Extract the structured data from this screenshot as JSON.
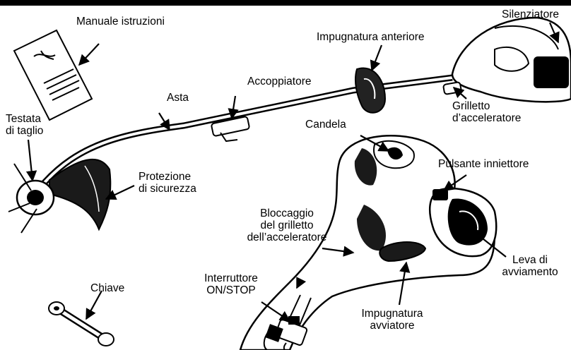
{
  "labels": {
    "manuale": "Manuale istruzioni",
    "impugnatura_anteriore": "Impugnatura anteriore",
    "silenziatore": "Silenziatore",
    "accoppiatore": "Accoppiatore",
    "asta": "Asta",
    "testata": [
      "Testata",
      "di taglio"
    ],
    "grilletto": [
      "Grilletto",
      "d’acceleratore"
    ],
    "candela": "Candela",
    "protezione": [
      "Protezione",
      "di sicurezza"
    ],
    "pulsante_iniettore": "Pulsante inniettore",
    "bloccaggio": [
      "Bloccaggio",
      "del grilletto",
      "dell’acceleratore"
    ],
    "leva": [
      "Leva di",
      "avviamento"
    ],
    "interruttore": [
      "Interruttore",
      "ON/STOP"
    ],
    "chiave": "Chiave",
    "impugnatura_avviatore": [
      "Impugnatura",
      "avviatore"
    ]
  }
}
